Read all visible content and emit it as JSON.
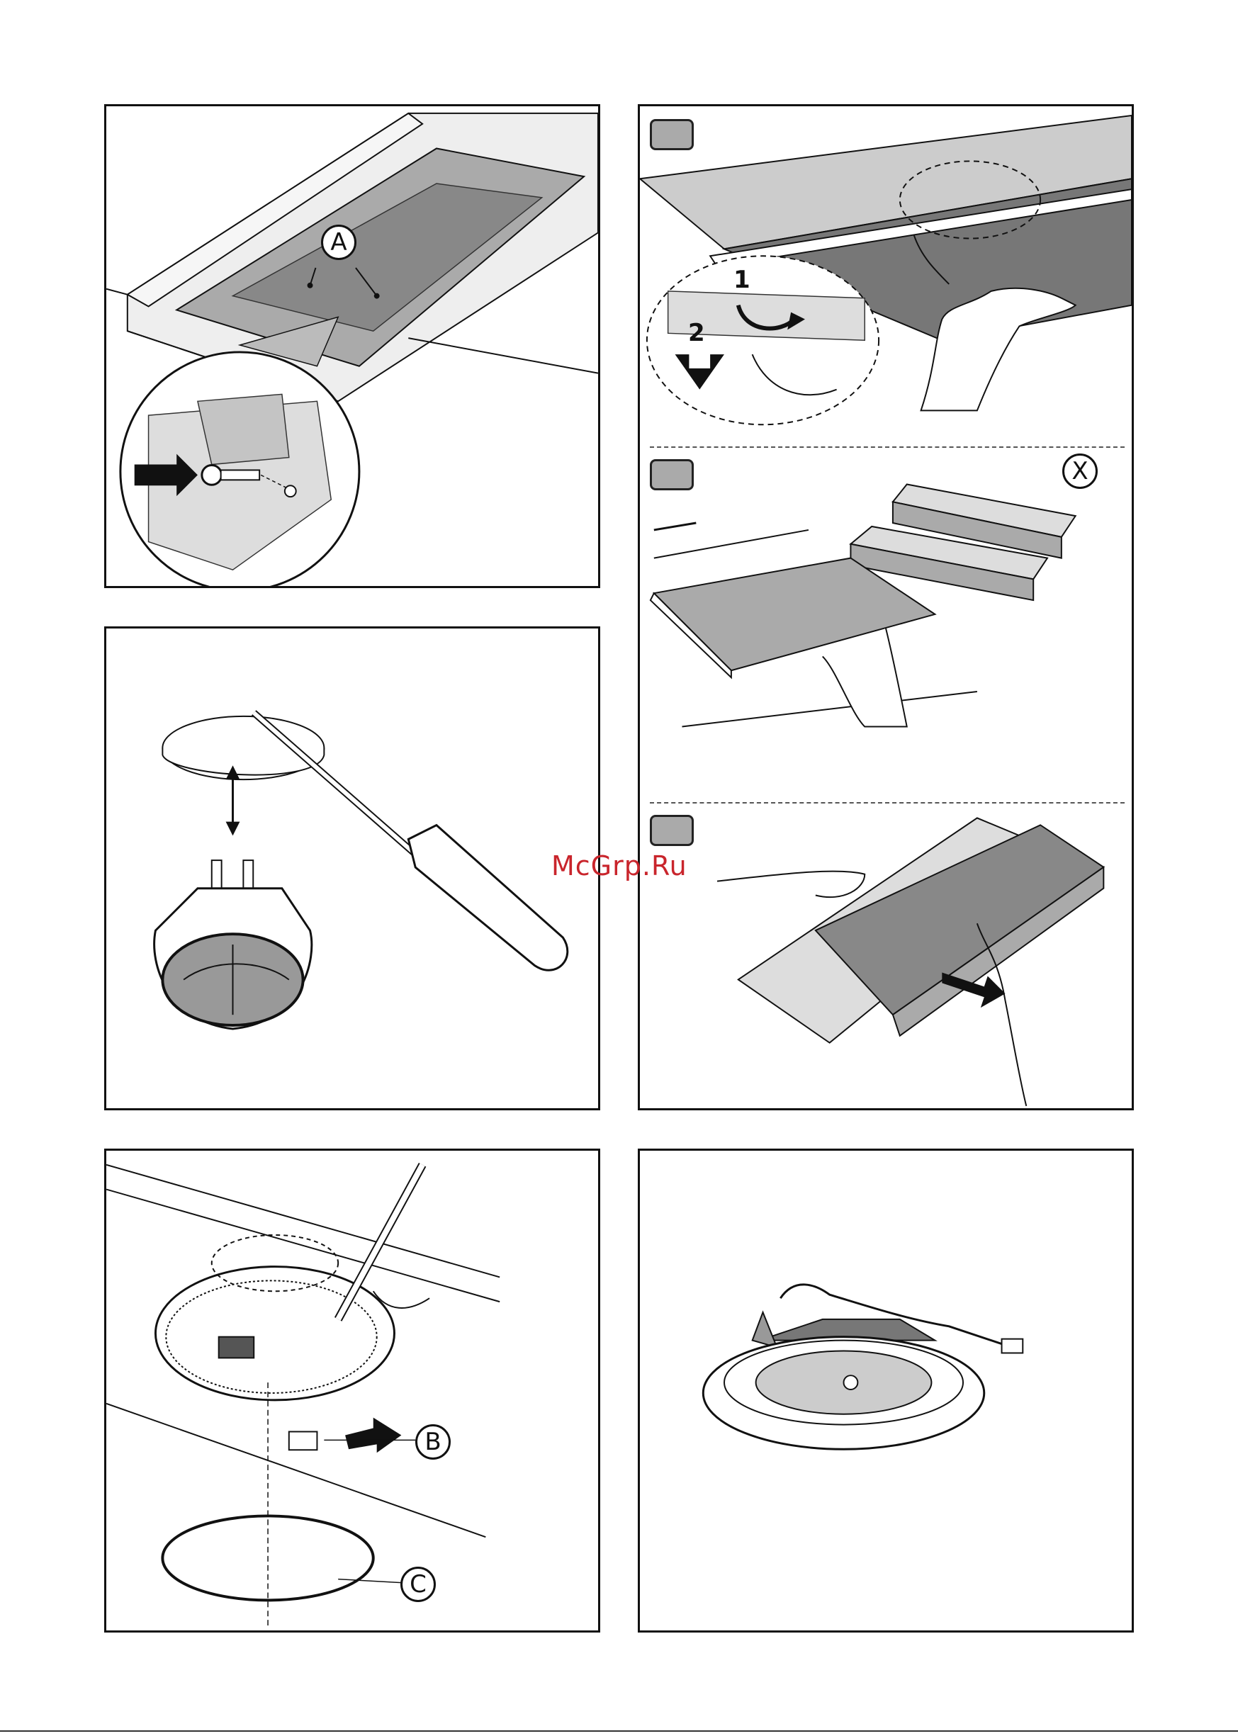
{
  "panels": {
    "top_left": {
      "callout_a": "A"
    },
    "top_right": {
      "step_1": "1",
      "step_2": "2",
      "callout_x": "X"
    },
    "bottom_left": {
      "callout_b": "B",
      "callout_c": "C"
    }
  },
  "watermark": "McGrp.Ru"
}
